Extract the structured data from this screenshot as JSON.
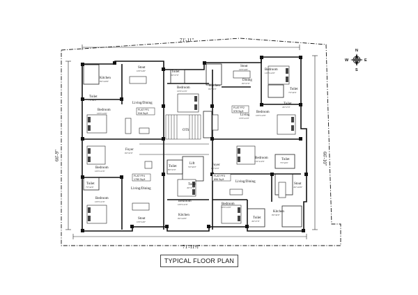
{
  "title": "TYPICAL FLOOR PLAN",
  "dimensions": {
    "top": "71'-11\"",
    "bottom": "71'-11½\"",
    "left": "66'-9\"",
    "right": "66'-10\""
  },
  "compass": {
    "n": "N",
    "s": "S",
    "e": "E",
    "w": "W"
  },
  "flats": {
    "ff1": {
      "label": "FLAT FF1",
      "area": "916 Sq.ft"
    },
    "ff2": {
      "label": "FLAT FF2",
      "area": "978 Sq.ft"
    },
    "ff3": {
      "label": "FLAT FF3",
      "area": "896 Sq.ft"
    },
    "ff4": {
      "label": "FLAT FF4",
      "area": "1780 Sq.ft"
    }
  },
  "rooms": {
    "kitchen_tl": {
      "name": "Kitchen",
      "dim": "9'6\"x10'6\""
    },
    "stout_t1": {
      "name": "Stout",
      "dim": "10'0\"x4'6\""
    },
    "toilet_t1": {
      "name": "Toilet",
      "dim": "4'6\"x7'0\""
    },
    "toilet_tl": {
      "name": "Toilet",
      "dim": "7'0\"x6'0\""
    },
    "bedroom_t_center": {
      "name": "Bedroom",
      "dim": "10'6\"x11'6\""
    },
    "living_tl": {
      "name": "Living/Dining",
      "dim": ""
    },
    "bedroom_l1": {
      "name": "Bedroom",
      "dim": "10'0\"x12'6\""
    },
    "kitchen_t2": {
      "name": "Kitchen",
      "dim": "9'6\"x9'0\""
    },
    "stout_t2": {
      "name": "Stout",
      "dim": "10'0\"x4'6\""
    },
    "dining_t2": {
      "name": "Dining",
      "dim": "9'0\"x7'0\""
    },
    "bedroom_tr": {
      "name": "Bedroom",
      "dim": "12'0\"x12'0\""
    },
    "toilet_tr": {
      "name": "Toilet",
      "dim": "7'0\"x4'6\""
    },
    "toilet_tr2": {
      "name": "Toilet",
      "dim": "4'6\"x7'0\""
    },
    "living_t2": {
      "name": "Living",
      "dim": "15'0\"x11'0\""
    },
    "bedroom_r1": {
      "name": "Bedroom",
      "dim": "10'0\"x12'6\""
    },
    "ots": {
      "name": "OTS",
      "dim": ""
    },
    "foyer_l": {
      "name": "Foyer",
      "dim": "6'0\"x5'0\""
    },
    "bedroom_ml": {
      "name": "Bedroom",
      "dim": "10'0\"x11'6\""
    },
    "toilet_m": {
      "name": "Toilet",
      "dim": "8'0\"x5'0\""
    },
    "lift": {
      "name": "Lift",
      "dim": "5'0\"x6'0\""
    },
    "foyer_r": {
      "name": "Foyer",
      "dim": "6'0\"x5'0\""
    },
    "bedroom_mr": {
      "name": "Bedroom",
      "dim": "11'0\"x12'6\""
    },
    "toilet_mr": {
      "name": "Toilet",
      "dim": "7'0\"x4'6\""
    },
    "stout_r": {
      "name": "Stout",
      "dim": "4'6\"x10'6\""
    },
    "toilet_bl1": {
      "name": "Toilet",
      "dim": "7'0\"x4'6\""
    },
    "living_bl": {
      "name": "Living/Dining",
      "dim": ""
    },
    "toilet_bc": {
      "name": "Toilet",
      "dim": "4'6\"x7'0\""
    },
    "living_br": {
      "name": "Living/Dining",
      "dim": ""
    },
    "bedroom_bl": {
      "name": "Bedroom",
      "dim": "10'0\"x11'6\""
    },
    "bedroom_bc": {
      "name": "Bedroom",
      "dim": "10'0\"x11'6\""
    },
    "bedroom_br": {
      "name": "Bedroom",
      "dim": "10'6\"x12'0\""
    },
    "kitchen_bc": {
      "name": "Kitchen",
      "dim": "9'6\"x10'0\""
    },
    "stout_bl": {
      "name": "Stout",
      "dim": "10'0\"x4'6\""
    },
    "kitchen_br": {
      "name": "Kitchen",
      "dim": "9'6\"x9'0\""
    },
    "toilet_br": {
      "name": "Toilet",
      "dim": "4'6\"x7'0\""
    }
  }
}
